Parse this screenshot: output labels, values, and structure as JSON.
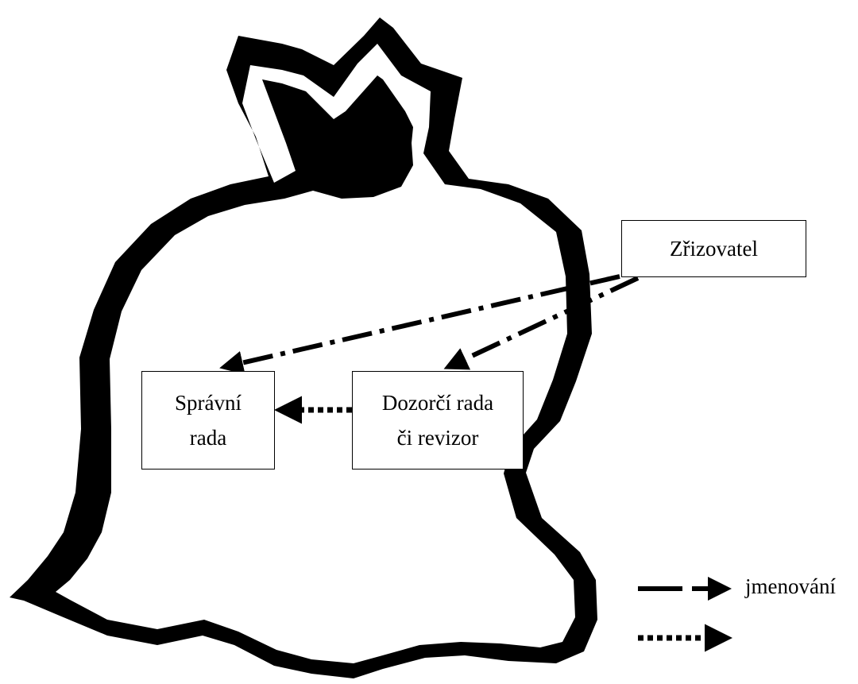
{
  "colors": {
    "ink": "#000000",
    "paper": "#ffffff"
  },
  "nodes": {
    "founder": {
      "label": "Zřizovatel"
    },
    "board": {
      "line1": "Správní",
      "line2": "rada"
    },
    "supervisory": {
      "line1": "Dozorčí rada",
      "line2": "či revizor"
    }
  },
  "legend": {
    "appointment": {
      "label": "jmenování",
      "style": "dashed"
    },
    "control": {
      "label": "",
      "style": "dotted"
    }
  },
  "edges": [
    {
      "from": "founder",
      "to": "board",
      "style": "dash-dot"
    },
    {
      "from": "founder",
      "to": "supervisory",
      "style": "dash-dot"
    },
    {
      "from": "supervisory",
      "to": "board",
      "style": "dotted"
    }
  ],
  "decoration": {
    "shape": "money-bag-icon"
  }
}
